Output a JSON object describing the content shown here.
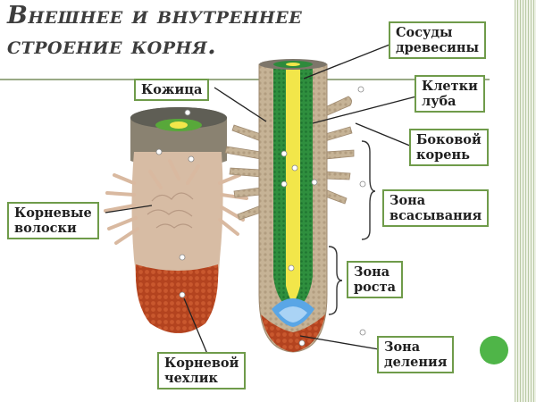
{
  "title": {
    "line1": "Внешнее и внутреннее",
    "line2": "строение корня."
  },
  "labels": {
    "vessels": [
      "Сосуды",
      "древесины"
    ],
    "skin": "Кожица",
    "phloem": [
      "Клетки",
      "луба"
    ],
    "lateral": [
      "Боковой",
      "корень"
    ],
    "absorption": [
      "Зона",
      "всасывания"
    ],
    "hairs": [
      "Корневые",
      "волоски"
    ],
    "growth": [
      "Зона",
      "роста"
    ],
    "division": [
      "Зона",
      "деления"
    ],
    "cap": [
      "Корневой",
      "чехлик"
    ]
  },
  "colors": {
    "frame_green": "#6f9b4a",
    "xylem": "#f2e64a",
    "phloem": "#2e8a3c",
    "cortex": "#c9b59a",
    "cap": "#b3431f",
    "meristem": "#5aa6e6",
    "dot": "#4fb548"
  }
}
